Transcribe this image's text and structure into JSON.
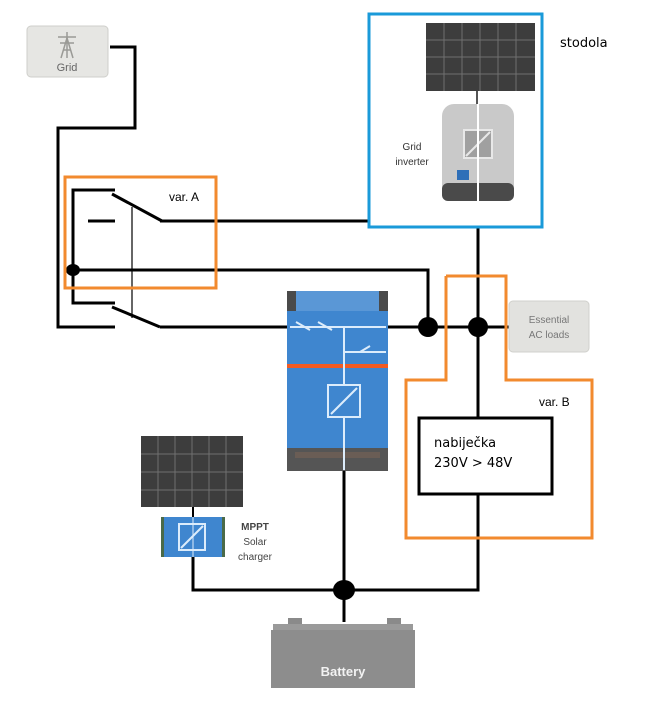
{
  "diagram": {
    "grid": {
      "label": "Grid",
      "icon": "power-pylon-icon"
    },
    "barn": {
      "label": "stodola",
      "frame_color": "#1a9ad9"
    },
    "grid_inverter": {
      "label_line1": "Grid",
      "label_line2": "inverter",
      "icon": "dc-ac-converter-icon"
    },
    "variant_a": {
      "label": "var. A",
      "frame_color": "#f28a2e"
    },
    "variant_b": {
      "label": "var. B",
      "frame_color": "#f28a2e"
    },
    "inverter_charger": {
      "icon": "dc-ac-converter-icon",
      "body_color": "#3f86cf",
      "stripe_color": "#f25a22"
    },
    "essential_loads": {
      "label_line1": "Essential",
      "label_line2": "AC loads"
    },
    "charger": {
      "label_line1": "nabiječka",
      "label_line2": "230V > 48V"
    },
    "mppt": {
      "label_line1": "MPPT",
      "label_line2": "Solar",
      "label_line3": "charger",
      "icon": "dc-dc-converter-icon"
    },
    "battery": {
      "label": "Battery"
    },
    "colors": {
      "wire": "#000000",
      "panel": "#3a3a3a",
      "device_gray": "#cfcfcf"
    }
  }
}
